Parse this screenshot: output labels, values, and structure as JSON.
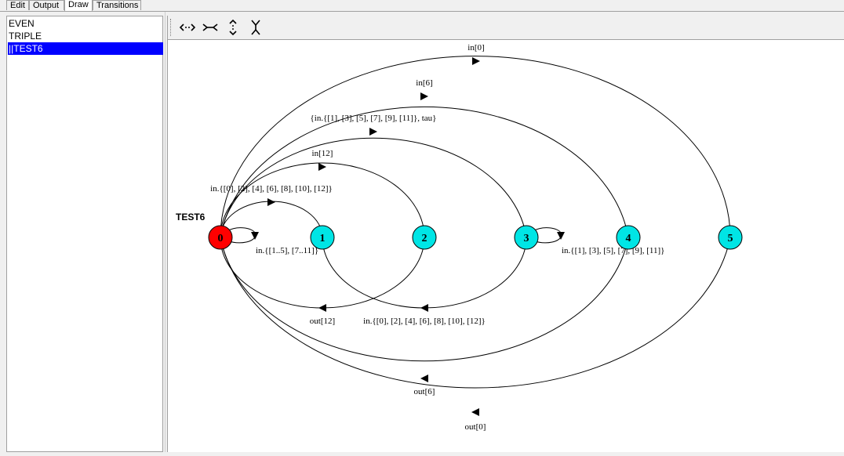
{
  "tabs": [
    {
      "label": "Edit"
    },
    {
      "label": "Output"
    },
    {
      "label": "Draw"
    },
    {
      "label": "Transitions"
    }
  ],
  "processes": [
    {
      "label": "EVEN"
    },
    {
      "label": "TRIPLE"
    },
    {
      "label": "||TEST6"
    }
  ],
  "toolbar": {
    "buttons": [
      {
        "icon": "expand-horizontal-icon"
      },
      {
        "icon": "shrink-horizontal-icon"
      },
      {
        "icon": "expand-vertical-icon"
      },
      {
        "icon": "shrink-vertical-icon"
      }
    ]
  },
  "diagram": {
    "process_name": "TEST6",
    "colors": {
      "initial": "#ff0000",
      "state": "#00e5e5",
      "edge": "#000000"
    },
    "states": [
      {
        "label": "0"
      },
      {
        "label": "1"
      },
      {
        "label": "2"
      },
      {
        "label": "3"
      },
      {
        "label": "4"
      },
      {
        "label": "5"
      }
    ],
    "labels": {
      "in0": "in[0]",
      "in6": "in[6]",
      "in_odd_tau": "{in.{[1], [3], [5], [7], [9], [11]}, tau}",
      "in12": "in[12]",
      "in_even": "in.{[0], [2], [4], [6], [8], [10], [12]}",
      "loop0": "in.{[1..5], [7..11]}",
      "loop3": "in.{[1], [3], [5], [7], [9], [11]}",
      "out12": "out[12]",
      "in_even_2": "in.{[0], [2], [4], [6], [8], [10], [12]}",
      "out6": "out[6]",
      "out0": "out[0]"
    }
  }
}
